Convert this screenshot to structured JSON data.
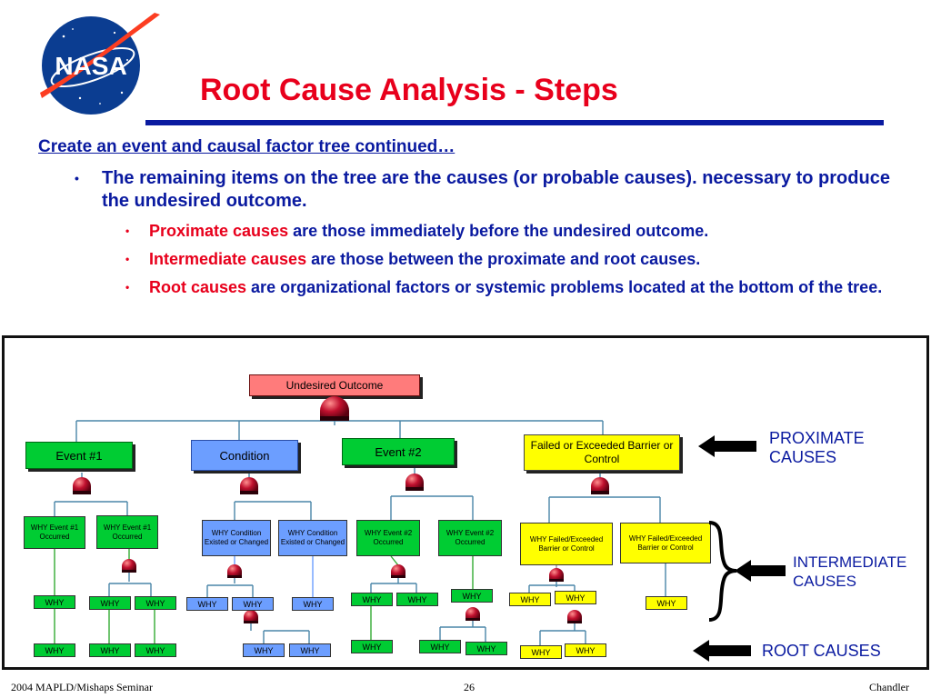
{
  "logo": {
    "text": "NASA",
    "icon": "nasa-meatball-logo"
  },
  "title": "Root Cause Analysis - Steps",
  "subtitle": "Create an event and causal factor tree continued…",
  "bullet_main": "The remaining items on the tree are the causes (or probable causes). necessary to produce the undesired outcome.",
  "sub_bullets": [
    {
      "term": "Proximate causes",
      "rest": " are those immediately before the undesired outcome."
    },
    {
      "term": "Intermediate causes",
      "rest": " are those between the proximate and root causes."
    },
    {
      "term": "Root causes",
      "rest": " are organizational factors or systemic problems located at the bottom of the tree."
    }
  ],
  "diagram": {
    "top": "Undesired Outcome",
    "proximate": [
      "Event #1",
      "Condition",
      "Event #2",
      "Failed or Exceeded Barrier or Control"
    ],
    "intermediate": [
      "WHY Event #1 Occurred",
      "WHY Event #1 Occurred",
      "WHY Condition Existed or Changed",
      "WHY Condition Existed or Changed",
      "WHY Event #2 Occurred",
      "WHY Event #2 Occurred",
      "WHY Failed/Exceeded Barrier or Control",
      "WHY Failed/Exceeded Barrier or Control"
    ],
    "why": "WHY",
    "labels": {
      "proximate": "PROXIMATE CAUSES",
      "intermediate": "INTERMEDIATE CAUSES",
      "root": "ROOT CAUSES"
    }
  },
  "footer": {
    "left": "2004 MAPLD/Mishaps Seminar",
    "page": "26",
    "right": "Chandler"
  },
  "colors": {
    "title": "#e8001c",
    "text": "#0a1aa0",
    "green": "#00cc33",
    "blue": "#6c9eff",
    "yellow": "#ffff00",
    "pink": "#ff7b7b",
    "gate": "#b0002a"
  }
}
